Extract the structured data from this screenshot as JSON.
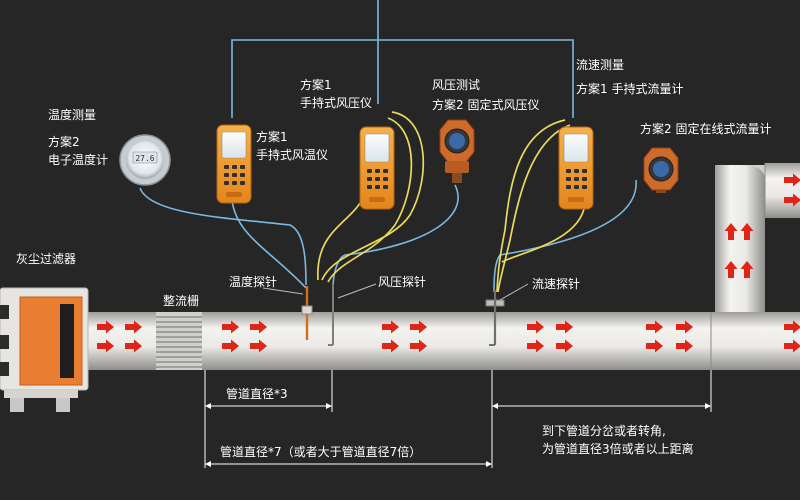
{
  "labels": {
    "temp_measure": "温度测量",
    "temp_plan2_line1": "方案2",
    "temp_plan2_line2": "电子温度计",
    "anemo_plan1_line1": "方案1",
    "anemo_plan1_line2": "手持式风温仪",
    "press_plan1_line1": "方案1",
    "press_plan1_line2": "手持式风压仪",
    "press_test": "风压测试",
    "press_plan2": "方案2 固定式风压仪",
    "flow_measure": "流速测量",
    "flow_plan1": "方案1 手持式流量计",
    "flow_plan2": "方案2 固定在线式流量计",
    "dust_filter": "灰尘过滤器",
    "rectifier": "整流栅",
    "temp_probe": "温度探针",
    "press_probe": "风压探针",
    "flow_probe": "流速探针",
    "dim_3d": "管道直径*3",
    "dim_7d": "管道直径*7（或者大于管道直径7倍）",
    "note_line1": "到下管道分岔或者转角,",
    "note_line2": "为管道直径3倍或者以上距离"
  },
  "display": {
    "thermometer_reading": "27.6"
  },
  "colors": {
    "background": "#262626",
    "duct": "#ecebe7",
    "arrow": "#e02418",
    "signal_cable_blue": "#7ab8e0",
    "signal_cable_yellow": "#ead95a",
    "device_orange": "#f29a2e",
    "filter_orange": "#e97d32",
    "transmitter_orange": "#d8692a"
  }
}
